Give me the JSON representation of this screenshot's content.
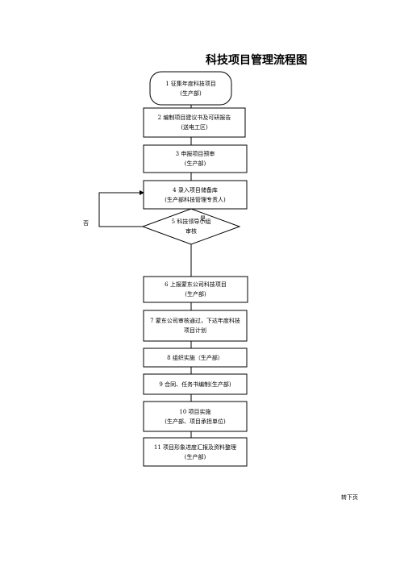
{
  "title": "科技项目管理流程图",
  "nodes": [
    {
      "id": "n1",
      "line1": "1 征集年度科技项目",
      "line2": "(生产部)"
    },
    {
      "id": "n2",
      "line1": "2 编制项目建议书及可研报告",
      "line2": "(送电工区)"
    },
    {
      "id": "n3",
      "line1": "3 申报项目预审",
      "line2": "(生产部)"
    },
    {
      "id": "n4",
      "line1": "4 录入项目储备库",
      "line2": "(生产部科技管理专责人)"
    },
    {
      "id": "n5",
      "line1": "5 科技领导小组",
      "line2": "审核"
    },
    {
      "id": "n6",
      "line1": "6 上报蒙东公司科技项目",
      "line2": "(生产部)"
    },
    {
      "id": "n7",
      "line1": "7 蒙东公司审核通过，下达年度科技",
      "line2": "项目计划"
    },
    {
      "id": "n8",
      "line1": "8 组织实施（生产部）",
      "line2": ""
    },
    {
      "id": "n9",
      "line1": "9 合同、任务书编制(生产部)",
      "line2": ""
    },
    {
      "id": "n10",
      "line1": "10 项目实施",
      "line2": "(生产部、项目承担单位)"
    },
    {
      "id": "n11",
      "line1": "11 项目形象进度汇报及资料整理",
      "line2": "(生产部)"
    }
  ],
  "labels": {
    "yes": "是",
    "no": "否"
  },
  "footer": "转下页"
}
